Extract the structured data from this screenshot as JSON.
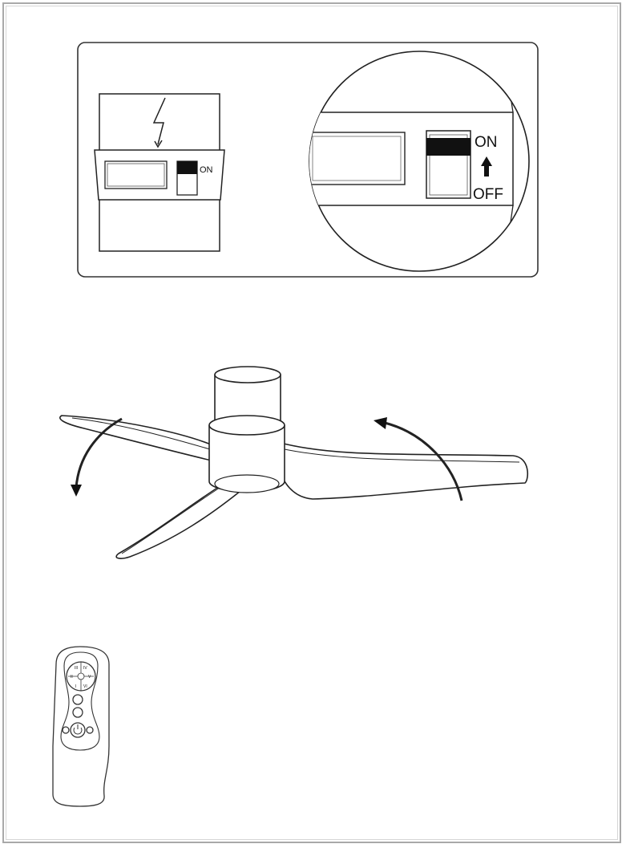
{
  "breaker_panel": {
    "small_switch_label": "ON",
    "zoom_on_label": "ON",
    "zoom_off_label": "OFF"
  },
  "remote": {
    "buttons": [
      "III",
      "IV",
      "II",
      "V",
      "I",
      "VI"
    ]
  }
}
